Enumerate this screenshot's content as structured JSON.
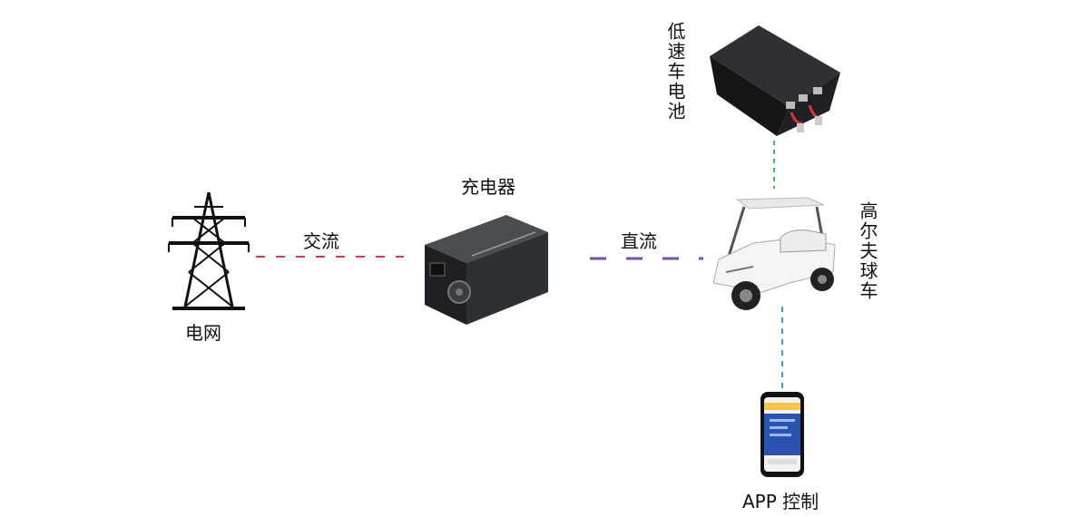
{
  "nodes": {
    "grid": {
      "label": "电网"
    },
    "charger": {
      "label": "充电器"
    },
    "battery": {
      "label": "低速车电池"
    },
    "golf_cart": {
      "label": "高尔夫球车"
    },
    "app": {
      "label": "APP 控制"
    }
  },
  "links": {
    "ac": {
      "label": "交流",
      "color": "#e0393b"
    },
    "dc": {
      "label": "直流",
      "color": "#7a4fa6"
    },
    "battery_link": {
      "color": "#3dbb5a"
    },
    "app_link": {
      "color": "#3aa7c4"
    }
  }
}
